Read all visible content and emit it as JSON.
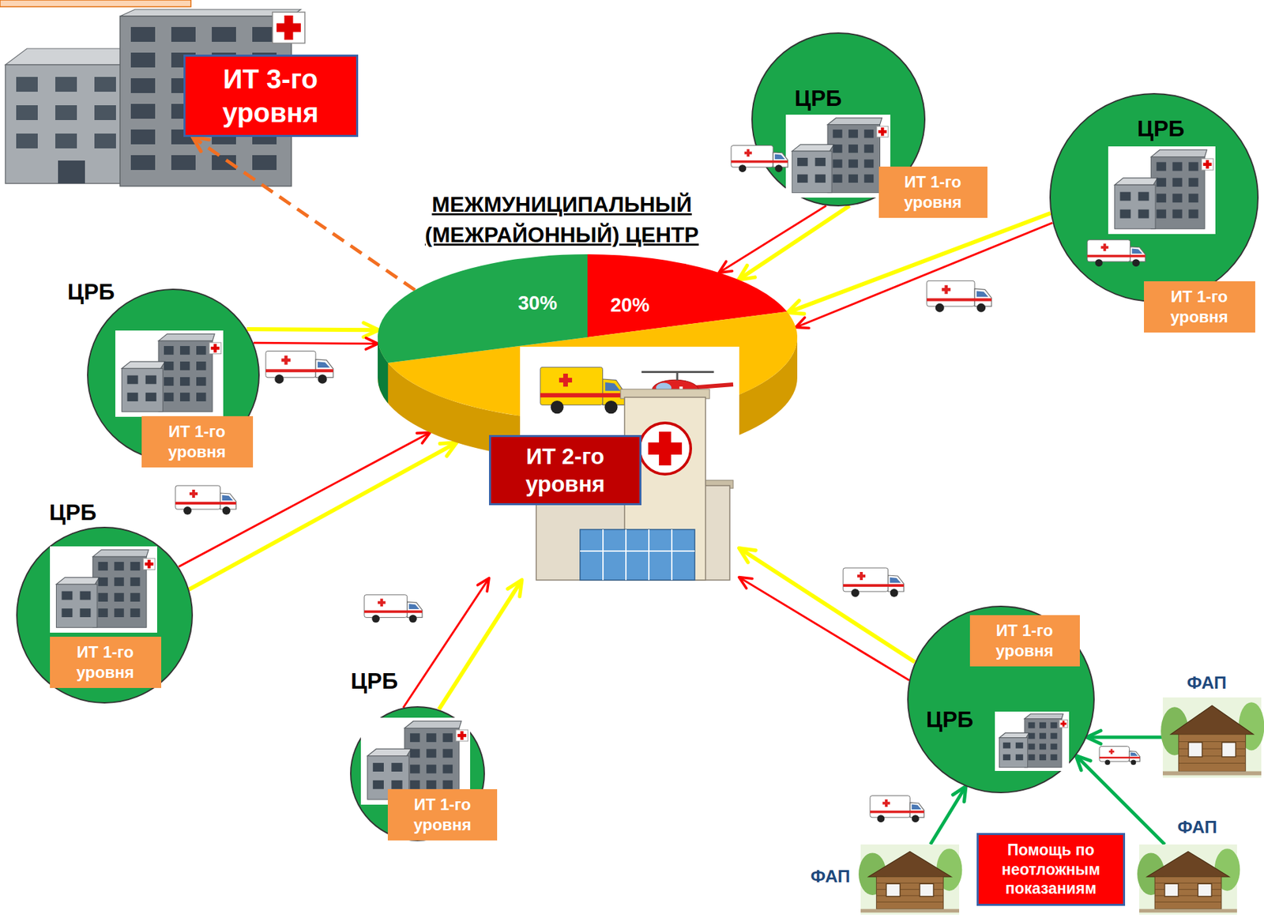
{
  "diagram": {
    "nodes": [
      {
        "text": [
          "ИТ 3-го уровня"
        ]
      },
      {
        "text": [
          "ЦРБ"
        ]
      },
      {
        "text": [
          "ИТ 1-го уровня"
        ],
        "in": 1
      },
      {
        "text": [
          "ЦРБ"
        ]
      },
      {
        "text": [
          "ИТ 1-го уровня"
        ],
        "in": 3
      },
      {
        "text": [
          "МЕЖМУНИЦИПАЛЬНЫЙ (МЕЖРАЙОННЫЙ) ЦЕНТР",
          "30%",
          "20%"
        ]
      },
      {
        "text": [
          "ИТ 2-го уровня"
        ],
        "in": 5
      },
      {
        "text": [
          "ЦРБ"
        ]
      },
      {
        "text": [
          "ИТ 1-го уровня"
        ],
        "in": 7
      },
      {
        "text": [
          "ЦРБ"
        ]
      },
      {
        "text": [
          "ИТ 1-го уровня"
        ],
        "in": 9
      },
      {
        "text": [
          "ЦРБ"
        ]
      },
      {
        "text": [
          "ИТ 1-го уровня"
        ],
        "in": 11
      },
      {
        "text": [
          "ЦРБ"
        ]
      },
      {
        "text": [
          "ИТ 1-го уровня"
        ],
        "in": 13
      },
      {
        "text": [
          "ФАП"
        ]
      },
      {
        "text": [
          "ФАП"
        ]
      },
      {
        "text": [
          "Помощь по неотложным показаниям"
        ]
      },
      {
        "text": [
          "ФАП"
        ]
      }
    ],
    "edges": [
      {
        "from": 1,
        "to": 5,
        "arrow": "to"
      },
      {
        "from": 1,
        "to": 5,
        "arrow": "to"
      },
      {
        "from": 3,
        "to": 5,
        "arrow": "to"
      },
      {
        "from": 3,
        "to": 5,
        "arrow": "to"
      },
      {
        "from": 7,
        "to": 5,
        "arrow": "to"
      },
      {
        "from": 7,
        "to": 5,
        "arrow": "to"
      },
      {
        "from": 9,
        "to": 5,
        "arrow": "to"
      },
      {
        "from": 9,
        "to": 5,
        "arrow": "to"
      },
      {
        "from": 11,
        "to": 5,
        "arrow": "to"
      },
      {
        "from": 11,
        "to": 5,
        "arrow": "to"
      },
      {
        "from": 13,
        "to": 5,
        "arrow": "to"
      },
      {
        "from": 13,
        "to": 5,
        "arrow": "to"
      },
      {
        "from": 5,
        "to": 0,
        "arrow": "to"
      },
      {
        "from": 15,
        "to": 11,
        "arrow": "to"
      },
      {
        "from": 16,
        "to": 11,
        "arrow": "to"
      },
      {
        "from": 18,
        "to": 11,
        "arrow": "to"
      }
    ]
  }
}
